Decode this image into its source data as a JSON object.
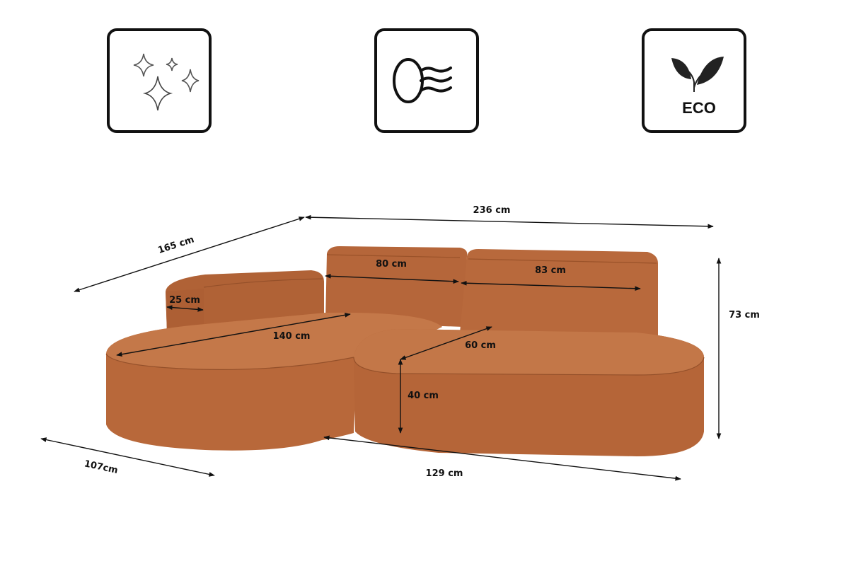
{
  "features": [
    {
      "icon": "sparkles-icon",
      "name": "easy-clean"
    },
    {
      "icon": "breathable-fabric-icon",
      "name": "breathable"
    },
    {
      "icon": "eco-leaf-icon",
      "name": "eco",
      "label": "ECO"
    }
  ],
  "colors": {
    "fabric": "#b8683a",
    "fabric_dark": "#a4582e",
    "fabric_light": "#c57a4b",
    "line": "#111111"
  },
  "dimensions": {
    "total_width": "236 cm",
    "total_depth": "165 cm",
    "height": "73 cm",
    "backrest_left": "80 cm",
    "backrest_right": "83 cm",
    "armrest": "25 cm",
    "chaise_length": "140 cm",
    "seat_depth": "60 cm",
    "seat_height": "40 cm",
    "chaise_width": "107cm",
    "front_length": "129 cm"
  }
}
